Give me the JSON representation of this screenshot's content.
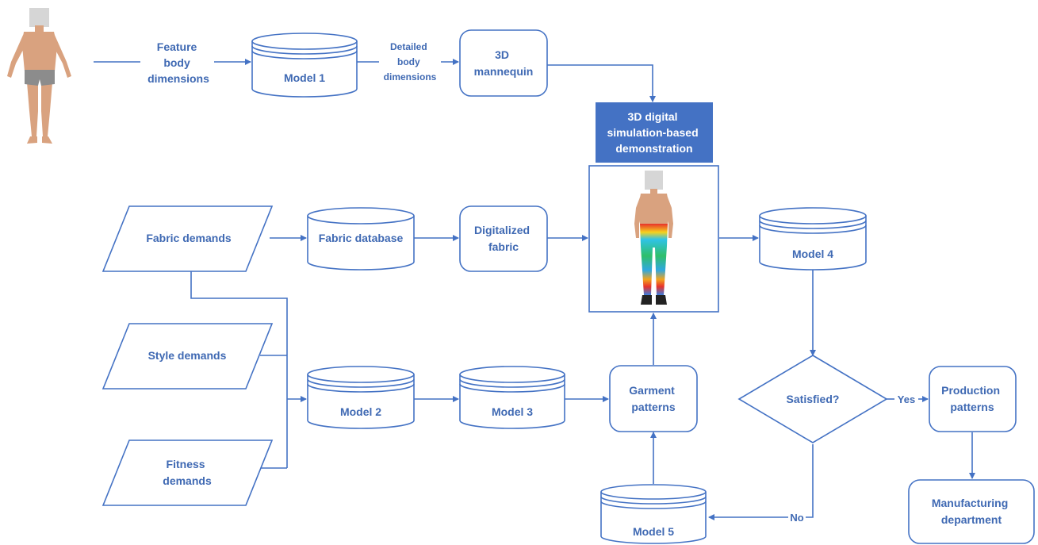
{
  "colors": {
    "stroke": "#4472c4",
    "text": "#3f69b3",
    "header_fill": "#4472c4",
    "header_text": "#ffffff",
    "skin": "#d9a27f",
    "head_placeholder": "#d6d6d6"
  },
  "nodes": {
    "feature_dims": {
      "lines": [
        "Feature",
        "body",
        "dimensions"
      ]
    },
    "model1": {
      "label": "Model 1"
    },
    "detailed_dims": {
      "lines": [
        "Detailed",
        "body",
        "dimensions"
      ]
    },
    "mannequin": {
      "lines": [
        "3D",
        "mannequin"
      ]
    },
    "simulation": {
      "lines": [
        "3D digital",
        "simulation-based",
        "demonstration"
      ]
    },
    "fabric_demands": {
      "label": "Fabric demands"
    },
    "fabric_database": {
      "label": "Fabric database"
    },
    "digitalized_fabric": {
      "lines": [
        "Digitalized",
        "fabric"
      ]
    },
    "model4": {
      "label": "Model 4"
    },
    "style_demands": {
      "label": "Style demands"
    },
    "fitness_demands": {
      "lines": [
        "Fitness",
        "demands"
      ]
    },
    "model2": {
      "label": "Model 2"
    },
    "model3": {
      "label": "Model 3"
    },
    "garment_patterns": {
      "lines": [
        "Garment",
        "patterns"
      ]
    },
    "satisfied": {
      "label": "Satisfied?"
    },
    "production_patterns": {
      "lines": [
        "Production",
        "patterns"
      ]
    },
    "manufacturing": {
      "lines": [
        "Manufacturing",
        "department"
      ]
    },
    "model5": {
      "label": "Model 5"
    }
  },
  "edges": {
    "yes_label": "Yes",
    "no_label": "No"
  },
  "icons": {
    "body_figure": "human-body-figure",
    "sim_figure": "mannequin-pressure-map-figure"
  }
}
